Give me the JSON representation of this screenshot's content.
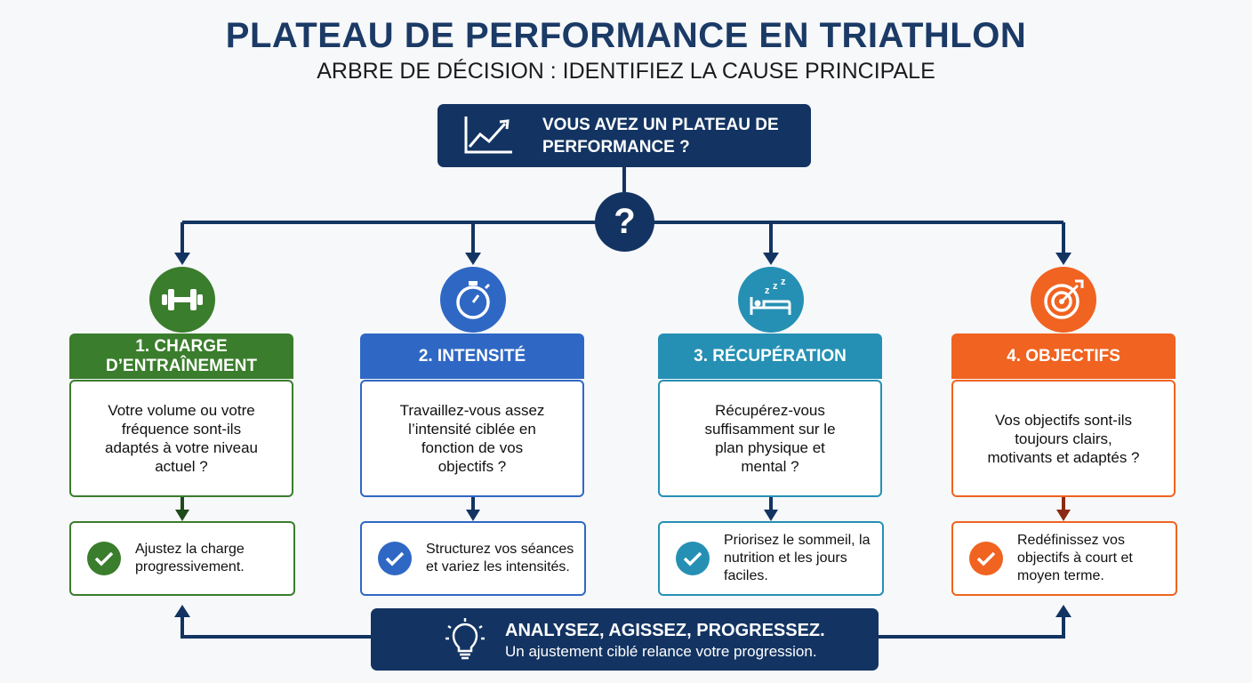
{
  "title": "PLATEAU DE PERFORMANCE EN TRIATHLON",
  "subtitle": "ARBRE DE DÉCISION : IDENTIFIEZ LA CAUSE PRINCIPALE",
  "root": {
    "question": "VOUS AVEZ UN PLATEAU DE PERFORMANCE ?",
    "icon": "line-chart-icon"
  },
  "branch_symbol": "?",
  "branches": [
    {
      "title": "1. CHARGE D’ENTRAÎNEMENT",
      "icon": "dumbbell-icon",
      "color": "#3a7d2c",
      "question": "Votre volume ou votre fréquence sont-ils adaptés à votre niveau actuel ?",
      "action": "Ajustez la charge progressivement."
    },
    {
      "title": "2. INTENSITÉ",
      "icon": "stopwatch-icon",
      "color": "#2f68c4",
      "question": "Travaillez-vous assez l’intensité ciblée en fonction de vos objectifs ?",
      "action": "Structurez vos séances et variez les intensités."
    },
    {
      "title": "3. RÉCUPÉRATION",
      "icon": "sleep-bed-icon",
      "color": "#2590b4",
      "question": "Récupérez-vous suffisamment sur le plan physique et mental ?",
      "action": "Priorisez le sommeil, la nutrition et les jours faciles."
    },
    {
      "title": "4. OBJECTIFS",
      "icon": "target-icon",
      "color": "#f06320",
      "question": "Vos objectifs sont-ils toujours clairs, motivants et adaptés ?",
      "action": "Redéfinissez vos objectifs à court et moyen terme."
    }
  ],
  "footer": {
    "headline": "ANALYSEZ, AGISSEZ, PROGRESSEZ.",
    "text": "Un ajustement ciblé relance votre progression.",
    "icon": "lightbulb-icon"
  },
  "colors": {
    "navy": "#133462",
    "title": "#1b3a66"
  }
}
